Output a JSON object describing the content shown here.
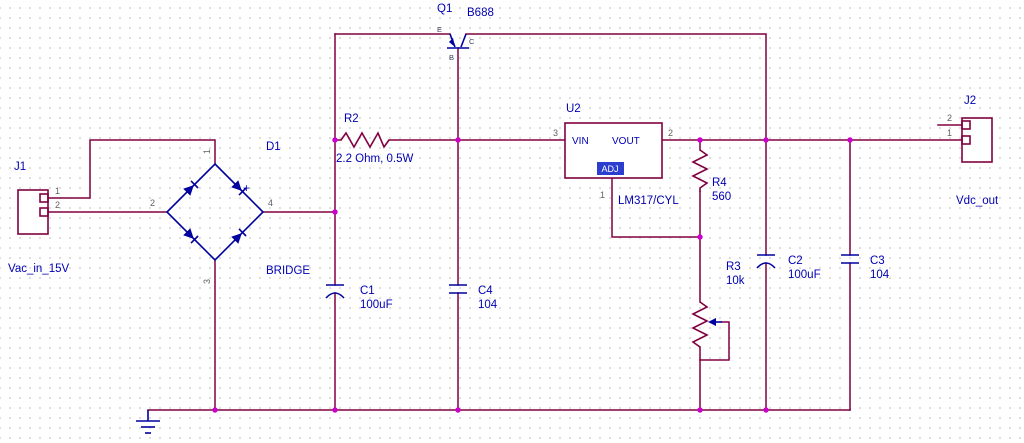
{
  "colors": {
    "wire": "#800040",
    "passive": "#800040",
    "part": "#0000a0",
    "label": "#0000b4",
    "pin_number": "#606060",
    "junction": "#cc00cc"
  },
  "components": {
    "j1": {
      "ref": "J1",
      "value": "Vac_in_15V",
      "pin1": "1",
      "pin2": "2"
    },
    "d1": {
      "ref": "D1",
      "value": "BRIDGE",
      "pin1": "1",
      "pin2": "2",
      "pin3": "3",
      "pin4": "4",
      "plus": "+"
    },
    "r2": {
      "ref": "R2",
      "value": "2.2 Ohm, 0.5W"
    },
    "q1": {
      "ref": "Q1",
      "value": "B688",
      "emitter": "E",
      "base": "B",
      "collector": "C"
    },
    "c1": {
      "ref": "C1",
      "value": "100uF"
    },
    "c4": {
      "ref": "C4",
      "value": "104"
    },
    "u2": {
      "ref": "U2",
      "value": "LM317/CYL",
      "vin_label": "VIN",
      "vout_label": "VOUT",
      "adj_label": "ADJ",
      "vin_pin": "3",
      "vout_pin": "2",
      "adj_pin": "1"
    },
    "r4": {
      "ref": "R4",
      "value": "560"
    },
    "r3": {
      "ref": "R3",
      "value": "10k"
    },
    "c2": {
      "ref": "C2",
      "value": "100uF"
    },
    "c3": {
      "ref": "C3",
      "value": "104"
    },
    "j2": {
      "ref": "J2",
      "value": "Vdc_out",
      "pin1": "1",
      "pin2": "2"
    }
  }
}
